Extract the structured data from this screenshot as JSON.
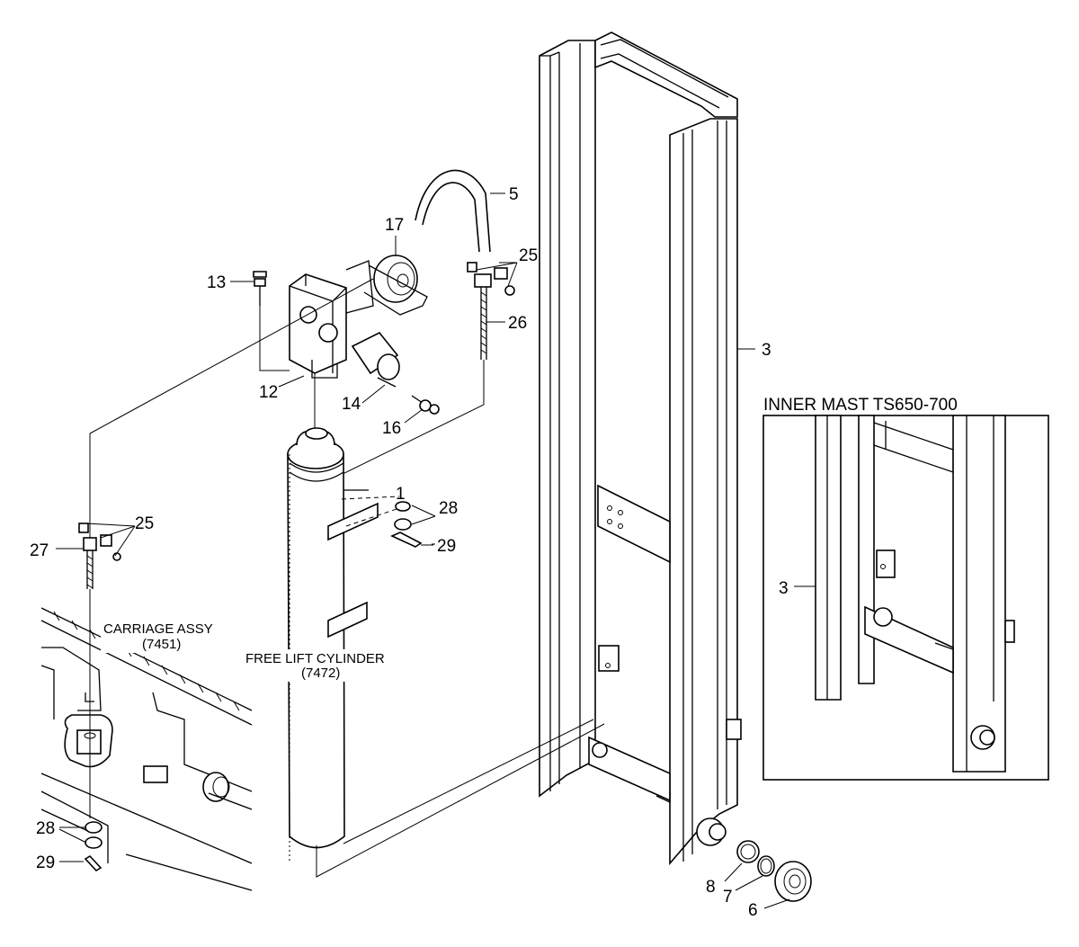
{
  "callouts": [
    {
      "id": "c5",
      "text": "5"
    },
    {
      "id": "c17",
      "text": "17"
    },
    {
      "id": "c25a",
      "text": "25"
    },
    {
      "id": "c13",
      "text": "13"
    },
    {
      "id": "c26",
      "text": "26"
    },
    {
      "id": "c3a",
      "text": "3"
    },
    {
      "id": "c12",
      "text": "12"
    },
    {
      "id": "c14",
      "text": "14"
    },
    {
      "id": "c16",
      "text": "16"
    },
    {
      "id": "c1",
      "text": "1"
    },
    {
      "id": "c28a",
      "text": "28"
    },
    {
      "id": "c25b",
      "text": "25"
    },
    {
      "id": "c27",
      "text": "27"
    },
    {
      "id": "c29a",
      "text": "29"
    },
    {
      "id": "c3b",
      "text": "3"
    },
    {
      "id": "c28b",
      "text": "28"
    },
    {
      "id": "c29b",
      "text": "29"
    },
    {
      "id": "c8",
      "text": "8"
    },
    {
      "id": "c7",
      "text": "7"
    },
    {
      "id": "c6",
      "text": "6"
    }
  ],
  "labels": {
    "carriage_assy": "CARRIAGE ASSY",
    "carriage_code": "(7451)",
    "free_lift_cylinder": "FREE LIFT CYLINDER",
    "free_lift_code": "(7472)",
    "inner_mast_title": "INNER MAST TS650-700"
  }
}
